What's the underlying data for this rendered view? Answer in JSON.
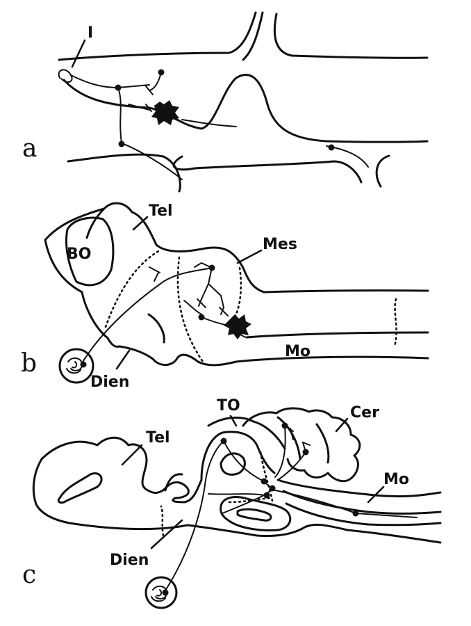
{
  "panels": [
    {
      "id": "a",
      "letter": "a",
      "labels": [
        "I"
      ]
    },
    {
      "id": "b",
      "letter": "b",
      "labels": [
        "Tel",
        "BO",
        "Mes",
        "Mo",
        "Dien"
      ]
    },
    {
      "id": "c",
      "letter": "c",
      "labels": [
        "TO",
        "Cer",
        "Tel",
        "Mo",
        "Dien"
      ]
    }
  ]
}
